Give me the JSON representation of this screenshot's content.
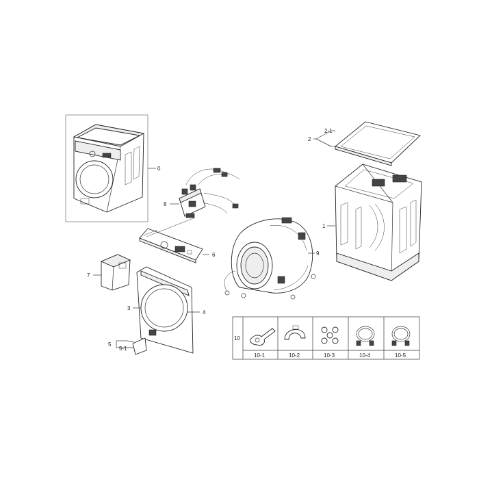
{
  "callouts": {
    "c0": "0",
    "c1": "1",
    "c2": "2",
    "c2_1": "2-1",
    "c3": "3",
    "c4": "4",
    "c5": "5",
    "c5_1": "5-1",
    "c6": "6",
    "c7": "7",
    "c8": "8",
    "c9": "9",
    "c10": "10"
  },
  "accessory_table": {
    "group_label": "10",
    "items": [
      "10-1",
      "10-2",
      "10-3",
      "10-4",
      "10-5"
    ]
  },
  "colors": {
    "line": "#222222",
    "background": "#ffffff"
  }
}
